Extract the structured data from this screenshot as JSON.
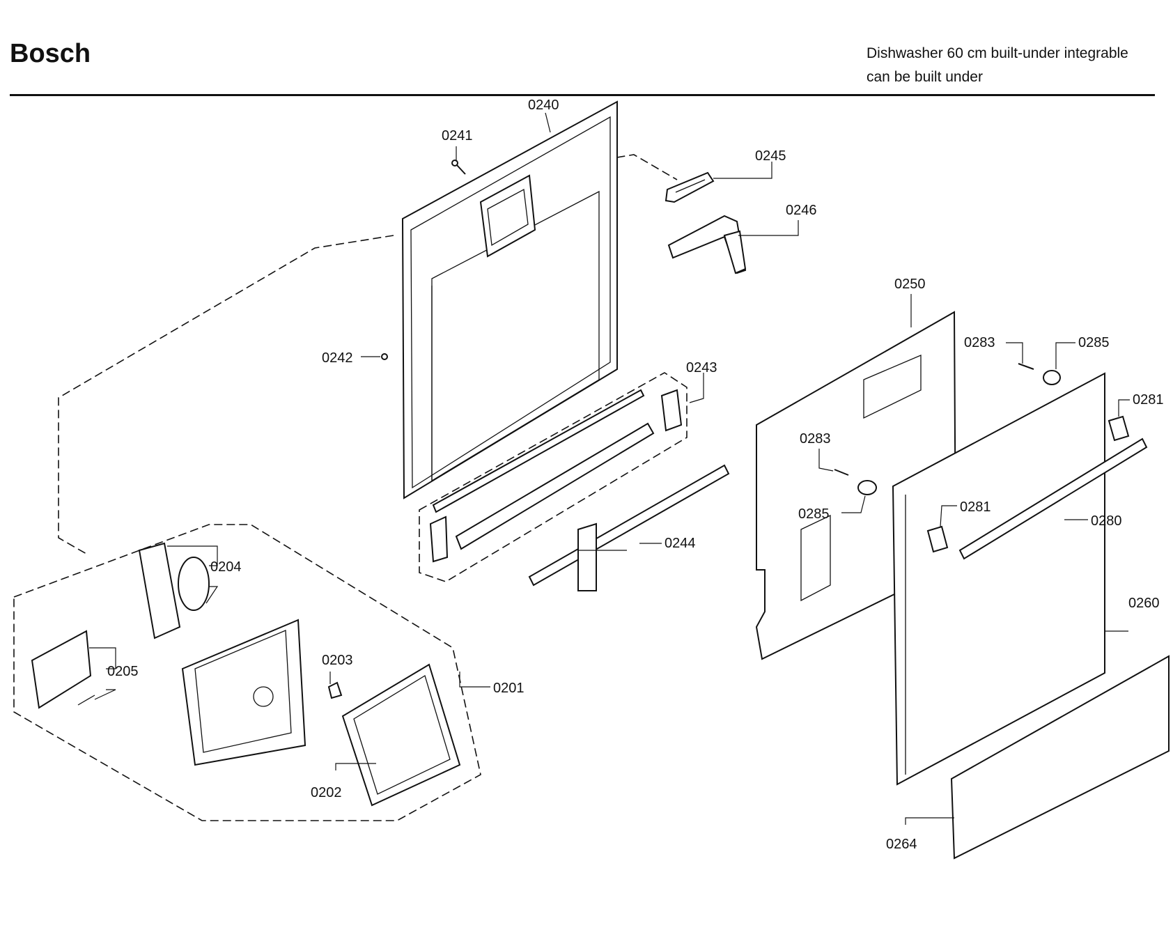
{
  "header": {
    "brand": "Bosch",
    "description_line1": "Dishwasher 60 cm built-under integrable",
    "description_line2": "can be built under"
  },
  "callouts": {
    "c0240": "0240",
    "c0241": "0241",
    "c0242": "0242",
    "c0243": "0243",
    "c0244": "0244",
    "c0245": "0245",
    "c0246": "0246",
    "c0250": "0250",
    "c0283a": "0283",
    "c0285a": "0285",
    "c0283b": "0283",
    "c0285b": "0285",
    "c0281a": "0281",
    "c0281b": "0281",
    "c0280": "0280",
    "c0260": "0260",
    "c0264": "0264",
    "c0201": "0201",
    "c0202": "0202",
    "c0203": "0203",
    "c0204": "0204",
    "c0205": "0205"
  }
}
